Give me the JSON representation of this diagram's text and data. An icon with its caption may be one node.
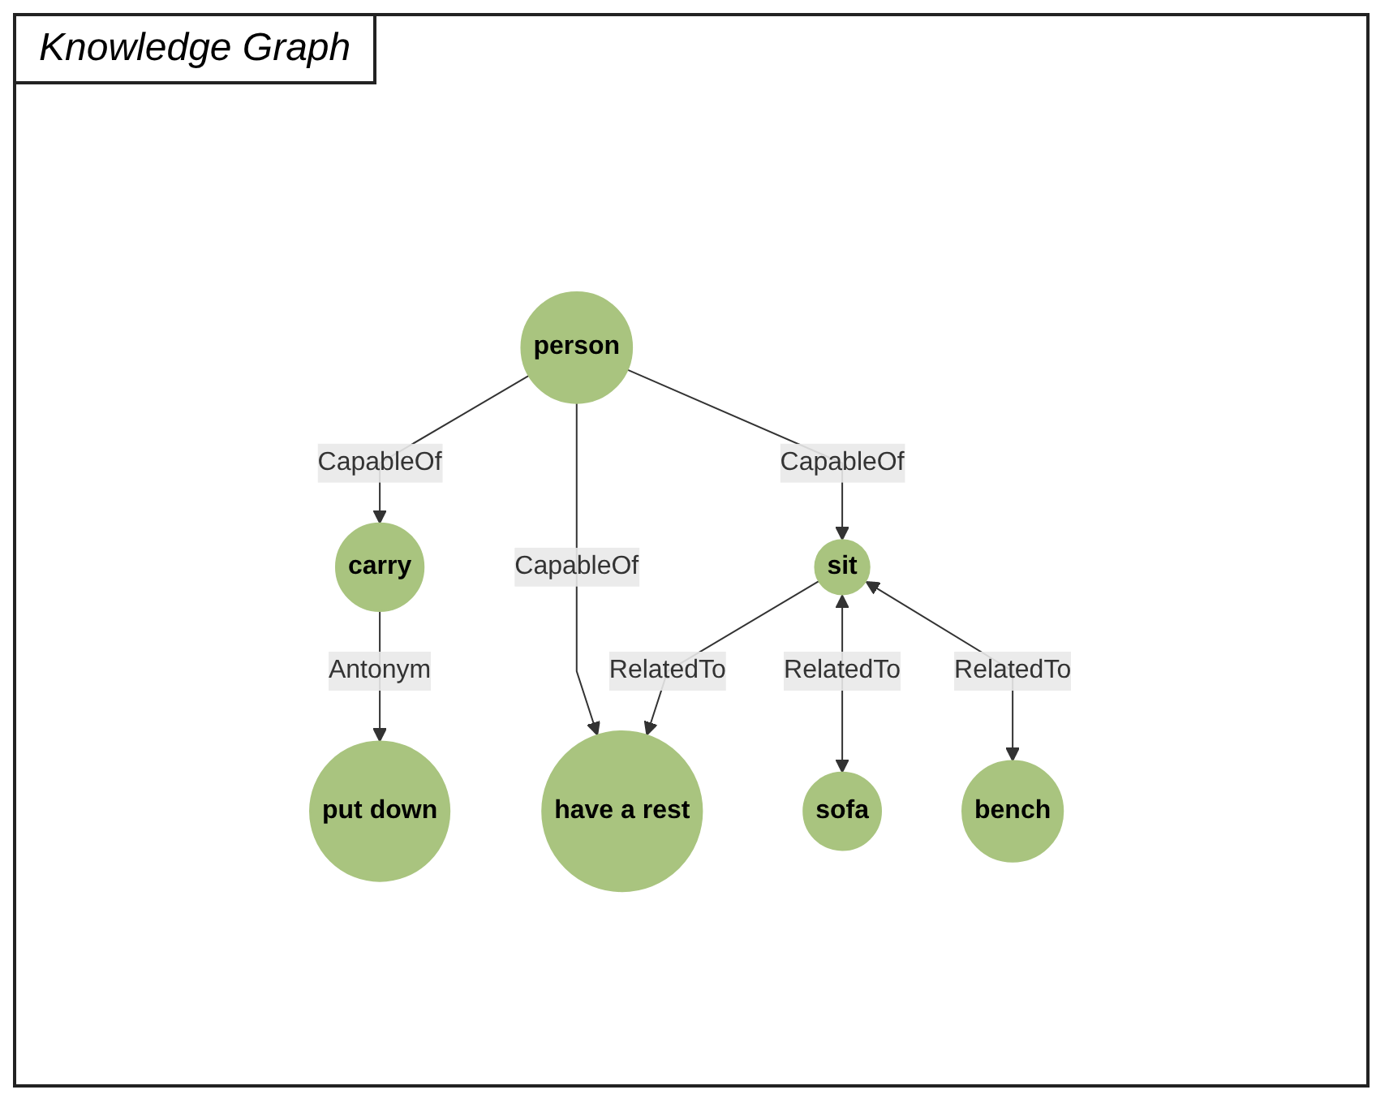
{
  "diagram": {
    "title": "Knowledge Graph",
    "nodes": [
      {
        "text": [
          "person"
        ]
      },
      {
        "text": [
          "carry"
        ]
      },
      {
        "text": [
          "put down"
        ]
      },
      {
        "text": [
          "have a rest"
        ]
      },
      {
        "text": [
          "sit"
        ]
      },
      {
        "text": [
          "sofa"
        ]
      },
      {
        "text": [
          "bench"
        ]
      }
    ],
    "edges": [
      {
        "from": 0,
        "to": 1,
        "arrow": "to",
        "label": "CapableOf"
      },
      {
        "from": 1,
        "to": 2,
        "arrow": "to",
        "label": "Antonym"
      },
      {
        "from": 0,
        "to": 4,
        "arrow": "to",
        "label": "CapableOf"
      },
      {
        "from": 0,
        "to": 3,
        "arrow": "to",
        "label": "CapableOf"
      },
      {
        "from": 4,
        "to": 3,
        "arrow": "to",
        "label": "RelatedTo"
      },
      {
        "from": 4,
        "to": 5,
        "arrow": "both",
        "label": "RelatedTo"
      },
      {
        "from": 4,
        "to": 6,
        "arrow": "both",
        "label": "RelatedTo"
      }
    ]
  }
}
